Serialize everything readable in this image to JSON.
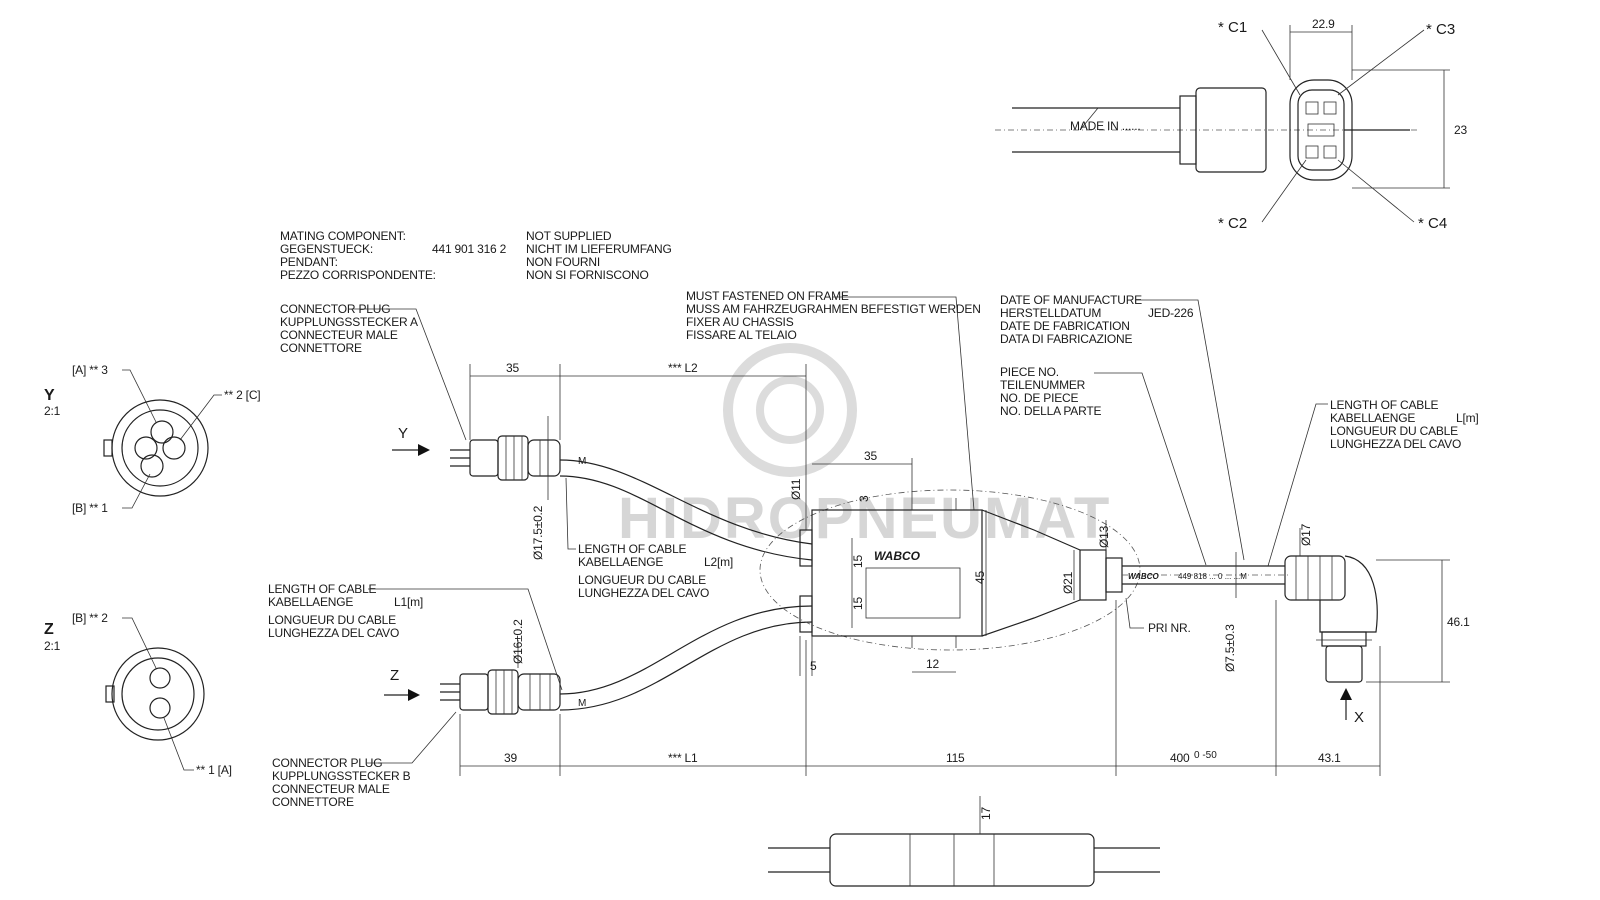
{
  "mating_component": {
    "labels": [
      "MATING COMPONENT:",
      "GEGENSTUECK:",
      "PENDANT:",
      "PEZZO CORRISPONDENTE:"
    ],
    "part_number": "441 901 316 2",
    "supply": [
      "NOT SUPPLIED",
      "NICHT IM LIEFERUMFANG",
      "NON FOURNI",
      "NON SI FORNISCONO"
    ]
  },
  "connector_a": [
    "CONNECTOR PLUG",
    "KUPPLUNGSSTECKER  A",
    "CONNECTEUR MALE",
    "CONNETTORE"
  ],
  "connector_b": [
    "CONNECTOR PLUG",
    "KUPPLUNGSSTECKER  B",
    "CONNECTEUR MALE",
    "CONNETTORE"
  ],
  "frame_note": [
    "MUST FASTENED ON FRAME",
    "MUSS AM FAHRZEUGRAHMEN BEFESTIGT WERDEN",
    "FIXER AU CHASSIS",
    "FISSARE AL TELAIO"
  ],
  "date_note": [
    "DATE OF MANUFACTURE",
    "HERSTELLDATUM",
    "DATE DE FABRICATION",
    "DATA DI FABRICAZIONE"
  ],
  "date_code": "JED-226",
  "piece_note": [
    "PIECE NO.",
    "TEILENUMMER",
    "NO. DE PIECE",
    "NO. DELLA PARTE"
  ],
  "cable_length": [
    "LENGTH OF CABLE",
    "KABELLAENGE",
    "LONGUEUR DU CABLE",
    "LUNGHEZZA DEL CAVO"
  ],
  "cable_unit": "L[m]",
  "cable_length_1": [
    "LENGTH OF CABLE",
    "KABELLAENGE",
    "LONGUEUR DU CABLE",
    "LUNGHEZZA DEL CAVO"
  ],
  "cable_unit_1": "L1[m]",
  "cable_length_2": [
    "LENGTH OF CABLE",
    "KABELLAENGE",
    "LONGUEUR DU CABLE",
    "LUNGHEZZA DEL CAVO"
  ],
  "cable_unit_2": "L2[m]",
  "made_in": "MADE IN ......",
  "pins": {
    "c1": "* C1",
    "c2": "* C2",
    "c3": "* C3",
    "c4": "* C4"
  },
  "view_y": {
    "letter": "Y",
    "scale": "2:1",
    "pin3": "[A] ** 3",
    "pin2": "** 2 [C]",
    "pin1": "[B] ** 1"
  },
  "view_z": {
    "letter": "Z",
    "scale": "2:1",
    "pin2": "[B] ** 2",
    "pin1": "** 1 [A]"
  },
  "arrows": {
    "y": "Y",
    "z": "Z",
    "x": "X"
  },
  "brand": "WABCO",
  "pri_nr": "PRI NR.",
  "cable_print": "449 818 ... 0  ...  ...M",
  "dims": {
    "d35a": "35",
    "l2": "*** L2",
    "d35b": "35",
    "d3": "3",
    "d11": "Ø11",
    "d17_5": "Ø17.5±0.2",
    "d16": "Ø16±0.2",
    "d15a": "15",
    "d15b": "15",
    "d45": "45",
    "d21": "Ø21",
    "d13": "Ø13",
    "d7_5": "Ø7.5±0.3",
    "d17": "Ø17",
    "d46_1": "46.1",
    "d5": "5",
    "d12": "12",
    "d39": "39",
    "l1": "*** L1",
    "d115": "115",
    "d400": "400",
    "d400_tol": "0 -50",
    "d43_1": "43.1",
    "d22_9": "22.9",
    "d23": "23",
    "d17b": "17"
  },
  "watermark": "HIDROPNEUMAT"
}
